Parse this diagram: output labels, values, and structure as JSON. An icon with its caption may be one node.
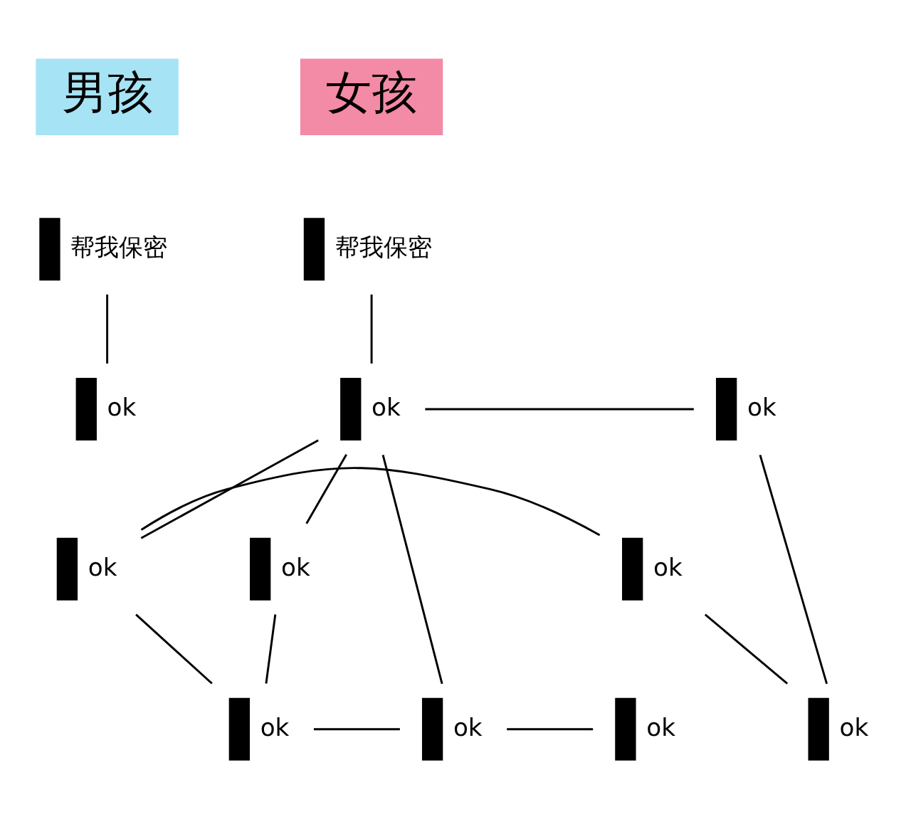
{
  "diagram": {
    "nodes": [
      {
        "text": [
          "男孩"
        ]
      },
      {
        "text": [
          "女孩"
        ]
      },
      {
        "text": [],
        "shape": "person",
        "beside": [
          "帮我保密"
        ]
      },
      {
        "text": [],
        "shape": "person",
        "beside": [
          "ok"
        ]
      },
      {
        "text": [],
        "shape": "person",
        "beside": [
          "帮我保密"
        ]
      },
      {
        "text": [],
        "shape": "person",
        "beside": [
          "ok"
        ]
      },
      {
        "text": [],
        "shape": "person",
        "beside": [
          "ok"
        ]
      },
      {
        "text": [],
        "shape": "person",
        "beside": [
          "ok"
        ]
      },
      {
        "text": [],
        "shape": "person",
        "beside": [
          "ok"
        ]
      },
      {
        "text": [],
        "shape": "person",
        "beside": [
          "ok"
        ]
      },
      {
        "text": [],
        "shape": "person",
        "beside": [
          "ok"
        ]
      },
      {
        "text": [],
        "shape": "person",
        "beside": [
          "ok"
        ]
      },
      {
        "text": [],
        "shape": "person",
        "beside": [
          "ok"
        ]
      },
      {
        "text": [],
        "shape": "person",
        "beside": [
          "ok"
        ]
      }
    ],
    "edges": [
      {
        "from": 2,
        "to": 3,
        "arrow": "none"
      },
      {
        "from": 4,
        "to": 5,
        "arrow": "none"
      },
      {
        "from": 5,
        "to": 6,
        "arrow": "none"
      },
      {
        "from": 5,
        "to": 7,
        "arrow": "none"
      },
      {
        "from": 5,
        "to": 8,
        "arrow": "none"
      },
      {
        "from": 5,
        "to": 12,
        "arrow": "none"
      },
      {
        "from": 6,
        "to": 10,
        "arrow": "none"
      },
      {
        "from": 8,
        "to": 9,
        "arrow": "none"
      },
      {
        "from": 9,
        "to": 10,
        "arrow": "none"
      },
      {
        "from": 7,
        "to": 11,
        "arrow": "none"
      },
      {
        "from": 8,
        "to": 11,
        "arrow": "none"
      },
      {
        "from": 11,
        "to": 12,
        "arrow": "none"
      },
      {
        "from": 12,
        "to": 13,
        "arrow": "none"
      }
    ]
  }
}
